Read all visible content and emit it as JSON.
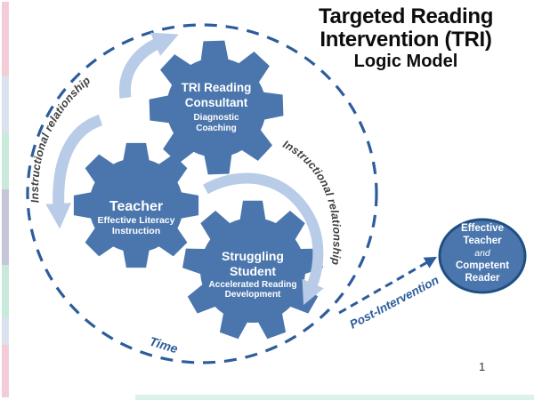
{
  "slide": {
    "title_lines": [
      "Targeted Reading",
      "Intervention (TRI)"
    ],
    "subtitle": "Logic Model",
    "page_number": "1"
  },
  "gears": {
    "consultant": {
      "title_lines": [
        "TRI Reading",
        "Consultant"
      ],
      "subtitle_lines": [
        "Diagnostic",
        "Coaching"
      ]
    },
    "teacher": {
      "title_lines": [
        "Teacher"
      ],
      "subtitle_lines": [
        "Effective Literacy",
        "Instruction"
      ]
    },
    "student": {
      "title_lines": [
        "Struggling",
        "Student"
      ],
      "subtitle_lines": [
        "Accelerated Reading",
        "Development"
      ]
    }
  },
  "outcome_circle": {
    "lines": [
      "Effective",
      "Teacher",
      "and",
      "Competent",
      "Reader"
    ]
  },
  "labels": {
    "instructional_left": "Instructional relationship",
    "instructional_right": "Instructional relationship",
    "time": "Time",
    "post_intervention": "Post-Intervention"
  },
  "colors": {
    "gear_blue": "#4a76ad",
    "light_arrow": "#b8cbe7",
    "dashed_blue": "#2d5c9c",
    "circle_border": "#1f4e82",
    "strip_pink": "#f3ccd7",
    "strip_lavender": "#dce1ee",
    "strip_mint": "#c7eadb",
    "strip_graylav": "#c5c6d7",
    "bottom_mint": "#daf2e8"
  }
}
